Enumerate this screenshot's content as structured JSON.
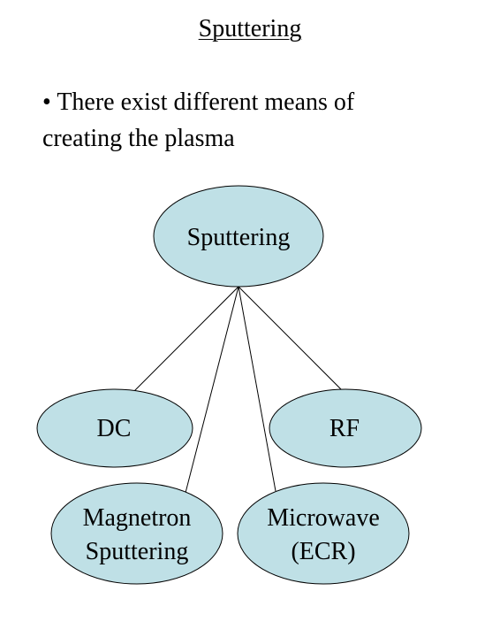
{
  "slide": {
    "title": "Sputtering",
    "bullet_marker": "•",
    "bullet_text": "There exist different means of\ncreating the plasma"
  },
  "diagram": {
    "node_fill": "#bfe0e6",
    "node_stroke": "#000000",
    "root": {
      "label": "Sputtering"
    },
    "children": [
      {
        "label": "DC"
      },
      {
        "label": "RF"
      },
      {
        "label": "Magnetron\nSputtering"
      },
      {
        "label": "Microwave\n(ECR)"
      }
    ]
  }
}
